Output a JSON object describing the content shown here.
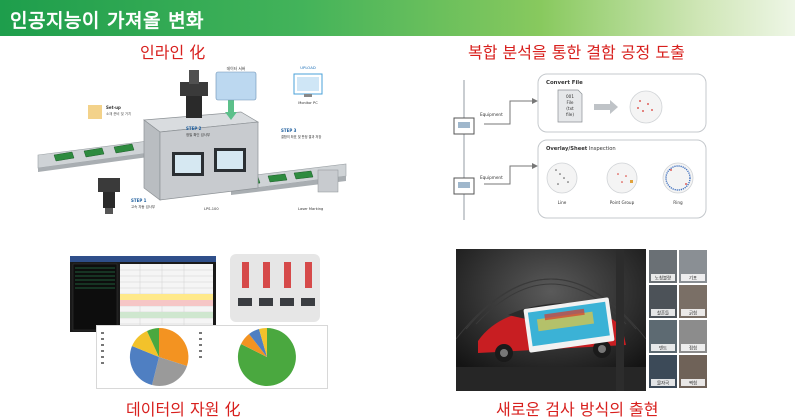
{
  "header": {
    "title": "인공지능이 가져올 변화"
  },
  "captions": {
    "top_left": "인라인 化",
    "top_right": "복합 분석을 통한 결함 공정 도출",
    "bottom_left": "데이터의 자원 化",
    "bottom_right": "새로운 검사 방식의 출현"
  },
  "inline_diagram": {
    "setup_label": "Set-up",
    "setup_sub": "소재 준비 및 거치",
    "server_label": "데이터 서버",
    "monitor_label": "Monitor PC",
    "upload_label": "UPLOAD",
    "step1": "STEP 1",
    "step1_desc": "고속 자동 검사부",
    "step2": "STEP 2",
    "step2_desc": "정밀 확인 검사부",
    "step3": "STEP 3",
    "step3_desc": "결함의 좌표 및 판정 결과 저장",
    "model": "LPS-100",
    "laser": "Laser Marking"
  },
  "analysis": {
    "convert_title": "Convert File",
    "file_lines": [
      "001",
      "File",
      "(txt",
      "file)"
    ],
    "equipment1": "Equipment",
    "equipment2": "Equipment",
    "overlay_title_bold": "Overlay/Sheet",
    "overlay_title_rest": " Inspection",
    "patterns": [
      "Line",
      "Point Group",
      "Ring"
    ]
  },
  "inspection_tiles": [
    "노칭불량",
    "기포",
    "찰흔들",
    "긁힘",
    "덴트",
    "접힘",
    "물자국",
    "찍힘"
  ],
  "colors": {
    "caption": "#d8201e",
    "header_start": "#1e9e4c",
    "pie_orange": "#f39321",
    "pie_blue": "#4f7fc2",
    "pie_green": "#4aa83f",
    "pie_gray": "#9a9a9a",
    "pie_yellow": "#f2c22b"
  }
}
